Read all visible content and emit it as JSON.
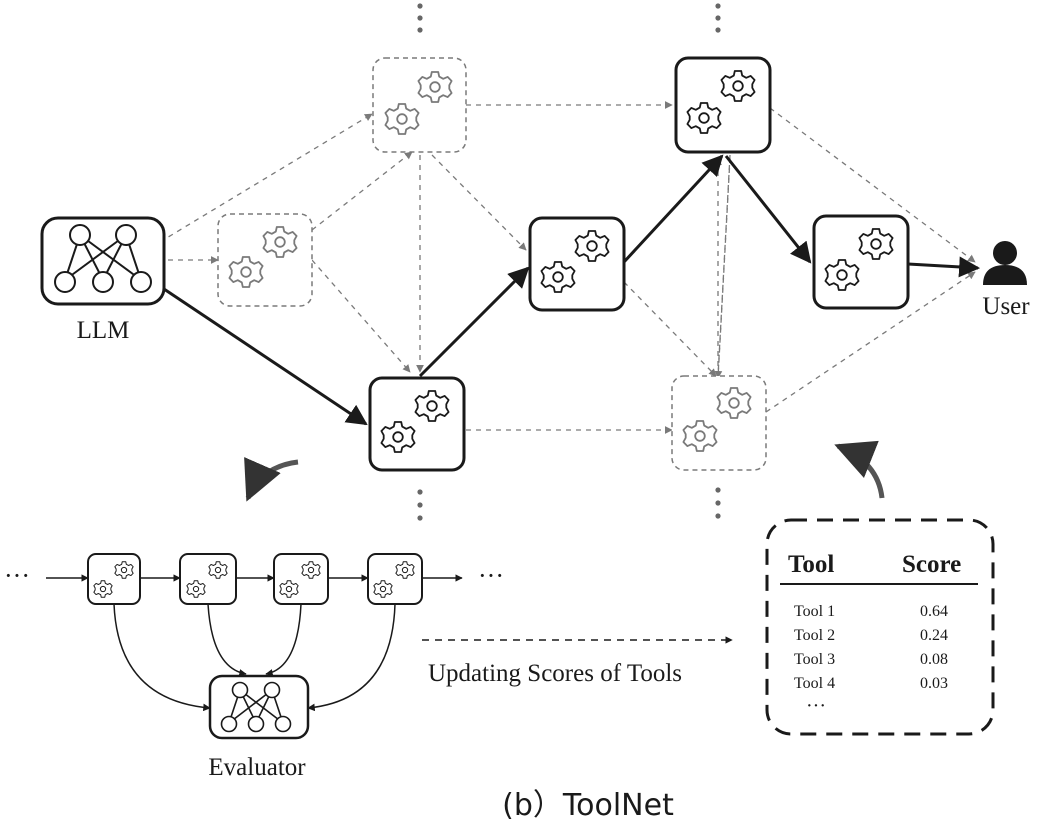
{
  "diagram": {
    "llm_label": "LLM",
    "user_label": "User",
    "evaluator_label": "Evaluator",
    "update_label": "Updating Scores of Tools",
    "left_ellipsis": "···",
    "right_ellipsis": "···",
    "caption": "(b）ToolNet"
  },
  "score_table": {
    "headers": {
      "tool": "Tool",
      "score": "Score"
    },
    "rows": [
      {
        "tool": "Tool 1",
        "score": "0.64"
      },
      {
        "tool": "Tool 2",
        "score": "0.24"
      },
      {
        "tool": "Tool 3",
        "score": "0.08"
      },
      {
        "tool": "Tool 4",
        "score": "0.03"
      }
    ],
    "more": "···"
  },
  "icons": {
    "tool_node": "gears-icon",
    "llm": "neural-network-icon",
    "user": "user-icon",
    "feedback_arrows": "curved-arrow-icon"
  },
  "colors": {
    "ink": "#1a1a1a",
    "faded": "#7a7a7a"
  }
}
